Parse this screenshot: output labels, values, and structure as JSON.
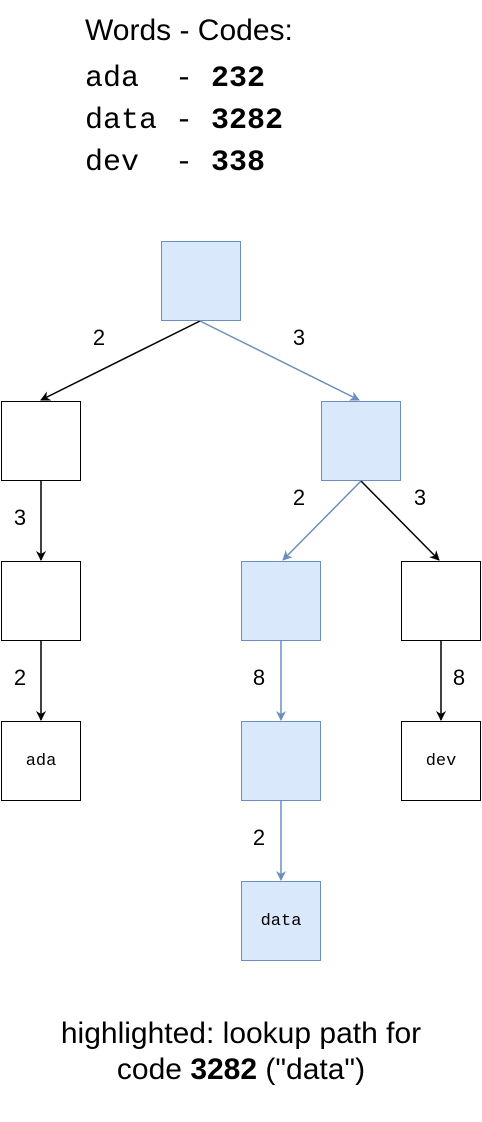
{
  "legend": {
    "title": "Words - Codes:",
    "rows": [
      {
        "word": "ada",
        "sep": "  - ",
        "code": "232"
      },
      {
        "word": "data",
        "sep": " - ",
        "code": "3282"
      },
      {
        "word": "dev",
        "sep": "  - ",
        "code": "338"
      }
    ]
  },
  "tree": {
    "leaves": {
      "ada": "ada",
      "data": "data",
      "dev": "dev"
    },
    "edge_labels": {
      "root_left": "2",
      "root_right": "3",
      "l1_down": "3",
      "l2_down": "2",
      "r1_left": "2",
      "r1_right": "3",
      "m1_down": "8",
      "m2_down": "2",
      "dev_down": "8"
    }
  },
  "caption": {
    "line1": "highlighted: lookup path for",
    "line2_pre": "code ",
    "line2_code": "3282",
    "line2_post": " (\"data\")"
  },
  "colors": {
    "highlight_fill": "#dae8fc",
    "highlight_stroke": "#6c8ebf",
    "default_stroke": "#000000"
  }
}
